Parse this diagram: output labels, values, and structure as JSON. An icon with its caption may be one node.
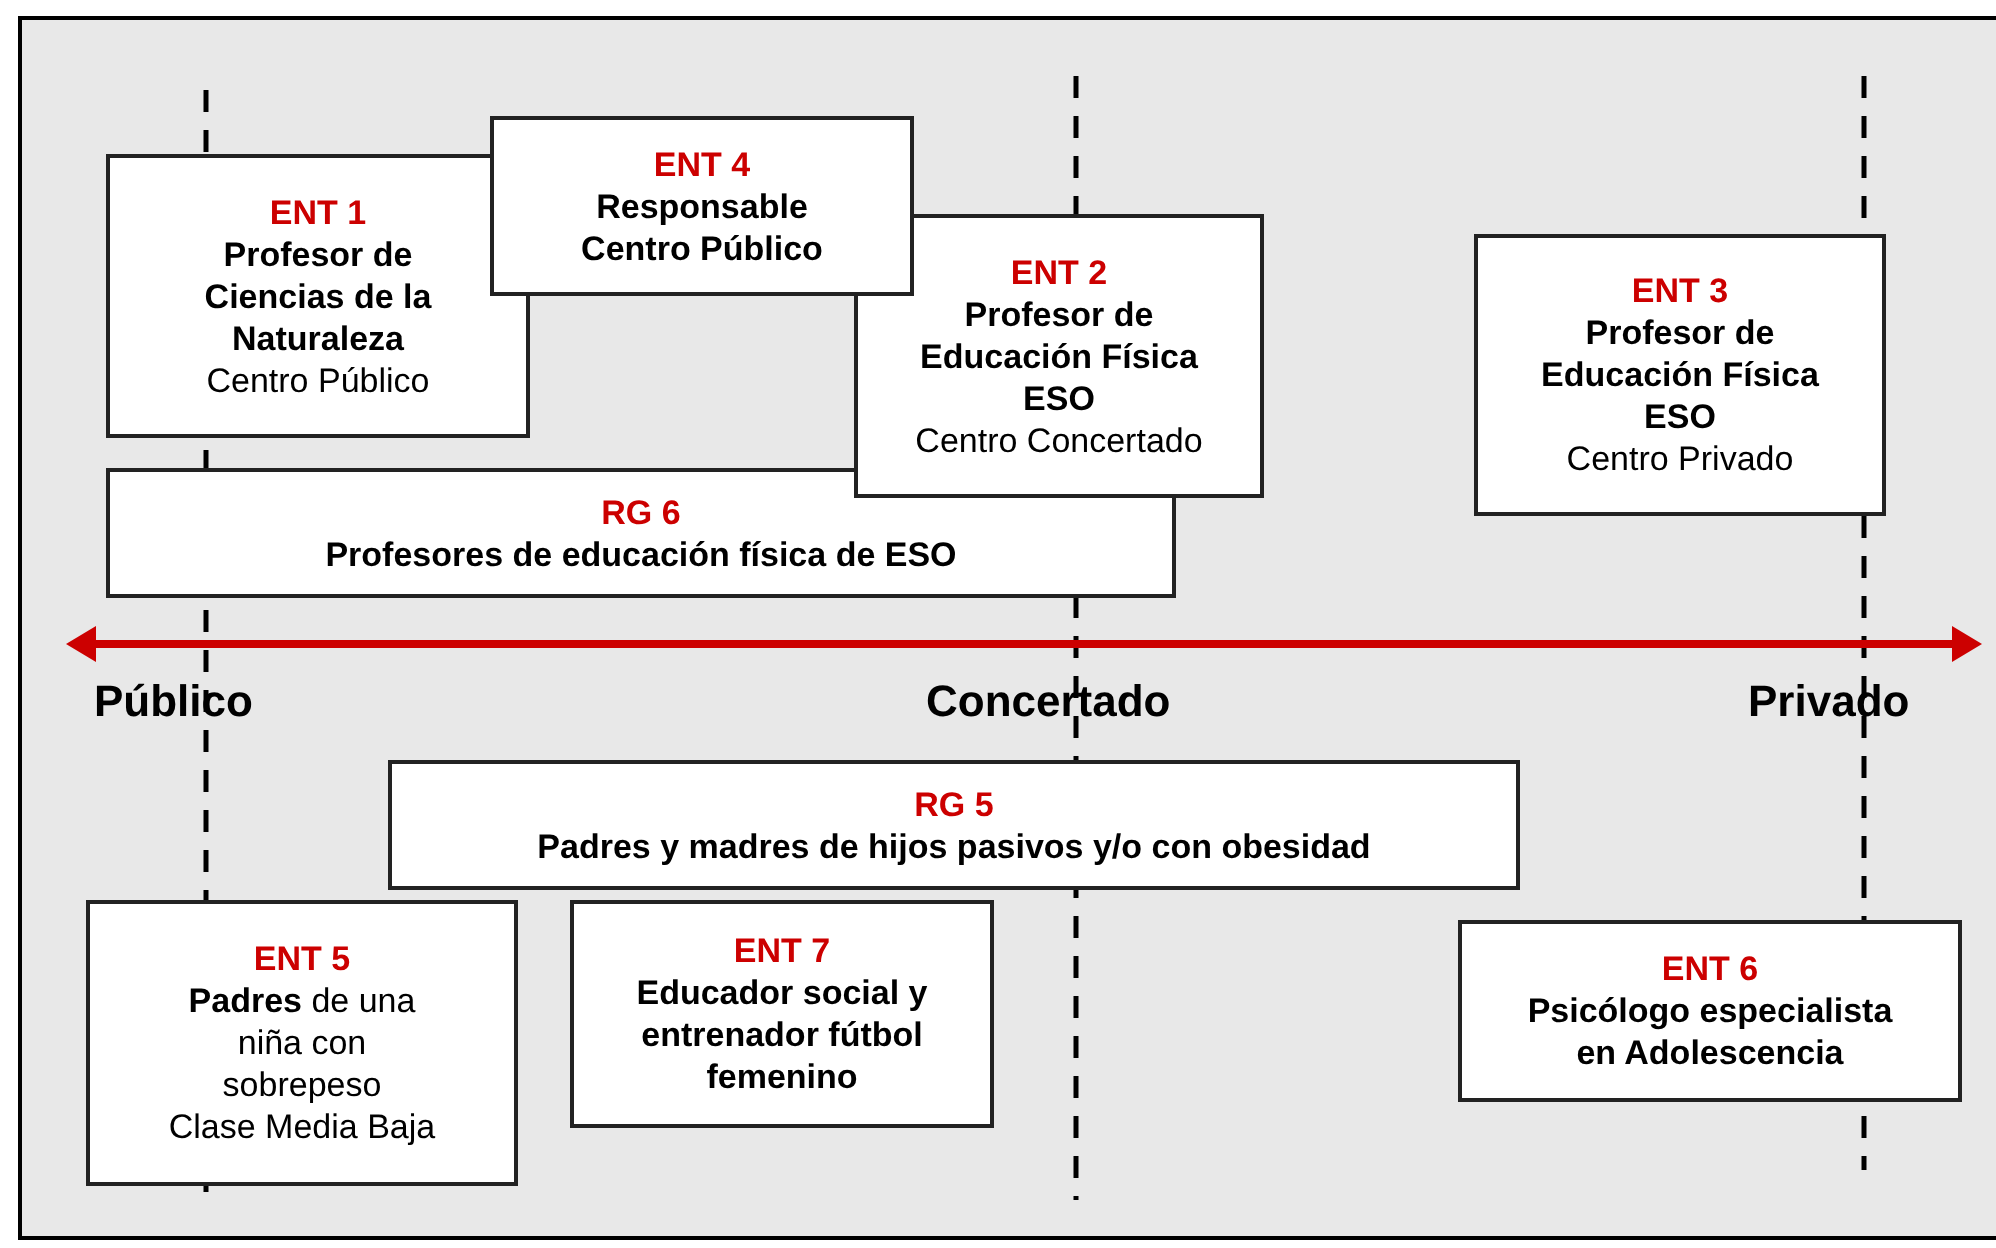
{
  "diagram": {
    "nodes": [
      {
        "text": [
          "ENT 1",
          "Profesor de Ciencias de la Naturaleza",
          "Centro Público"
        ]
      },
      {
        "text": [
          "ENT 4",
          "Responsable Centro Público"
        ]
      },
      {
        "text": [
          "ENT 2",
          "Profesor de Educación Física ESO",
          "Centro Concertado"
        ]
      },
      {
        "text": [
          "ENT 3",
          "Profesor de Educación Física ESO",
          "Centro Privado"
        ]
      },
      {
        "text": [
          "RG 6",
          "Profesores de educación física de ESO"
        ]
      },
      {
        "text": [
          "RG 5",
          "Padres y madres de hijos pasivos y/o con obesidad"
        ]
      },
      {
        "text": [
          "ENT 5",
          "**Padres** de una niña con sobrepeso",
          "Clase Media Baja"
        ]
      },
      {
        "text": [
          "ENT 7",
          "Educador social y entrenador fútbol femenino"
        ]
      },
      {
        "text": [
          "ENT 6",
          "Psicólogo especialista en Adolescencia"
        ]
      }
    ],
    "labels": [
      "Público",
      "Concertado",
      "Privado"
    ]
  }
}
